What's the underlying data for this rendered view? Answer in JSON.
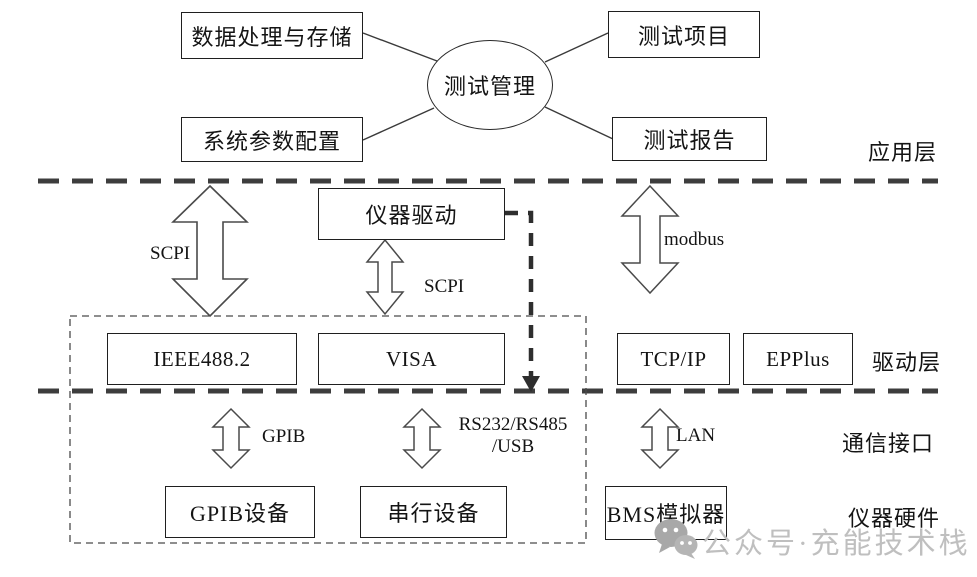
{
  "application": {
    "hub": "测试管理",
    "data_processing": "数据处理与存储",
    "system_config": "系统参数配置",
    "test_project": "测试项目",
    "test_report": "测试报告",
    "layer_label": "应用层"
  },
  "driver": {
    "instrument_driver": "仪器驱动",
    "ieee": "IEEE488.2",
    "visa": "VISA",
    "tcpip": "TCP/IP",
    "epplus": "EPPlus",
    "layer_label": "驱动层"
  },
  "protocols": {
    "scpi_left": "SCPI",
    "scpi_center": "SCPI",
    "modbus": "modbus",
    "gpib": "GPIB",
    "rs232_line1": "RS232/RS485",
    "rs232_line2": "/USB",
    "lan": "LAN"
  },
  "communication": {
    "layer_label": "通信接口"
  },
  "hardware": {
    "gpib_device": "GPIB设备",
    "serial_device": "串行设备",
    "bms_simulator": "BMS模拟器",
    "layer_label": "仪器硬件"
  },
  "watermark": {
    "icon": "wechat-icon",
    "text": "公众号·充能技术栈"
  },
  "colors": {
    "background": "#ffffff",
    "line": "#3a3a3a",
    "box_border": "#1f1f1f",
    "text": "#141414",
    "arrow_outline": "#4a4a4a",
    "watermark_gray": "#bfbfbf"
  }
}
